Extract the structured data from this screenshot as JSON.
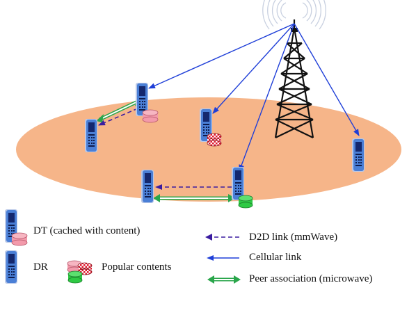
{
  "legend": {
    "dt_label": "DT (cached with content)",
    "dr_label": "DR",
    "popular_label": "Popular contents",
    "d2d_label": "D2D link (mmWave)",
    "cellular_label": "Cellular link",
    "peer_label": "Peer association (microwave)"
  },
  "icons": [
    "phone-icon",
    "cell-tower-icon",
    "content-cylinder-icon"
  ],
  "colors": {
    "cell_area": "#f6b589",
    "phone_body": "#4a7fd6",
    "phone_screen": "#14286e",
    "cellular_link": "#1f3fd8",
    "d2d_link": "#3a1ca0",
    "peer_link": "#2aa64b",
    "content_pink": "#f39aab",
    "content_red": "#e0162b",
    "content_green": "#2ec944",
    "tower": "#111111"
  }
}
